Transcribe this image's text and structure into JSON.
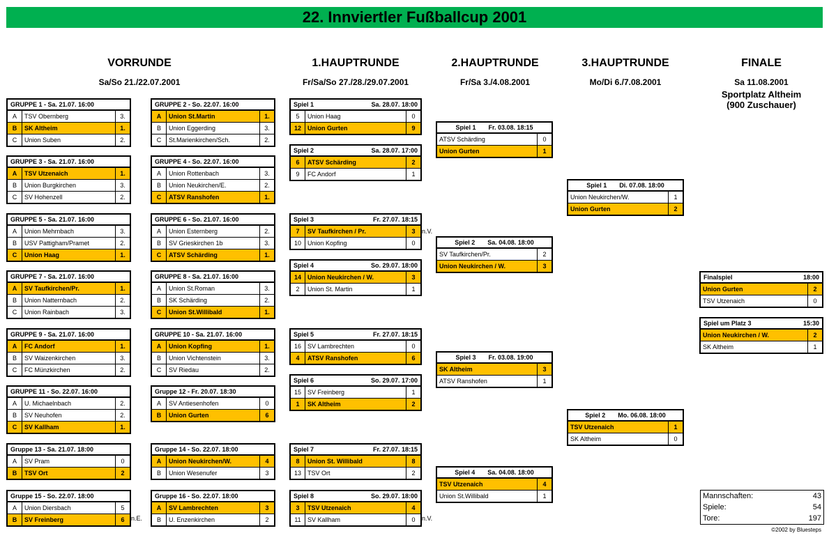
{
  "title": "22. Innviertler Fußballcup 2001",
  "columns": {
    "vorrunde": {
      "title": "VORRUNDE",
      "date": "Sa/So 21./22.07.2001"
    },
    "hr1": {
      "title": "1.HAUPTRUNDE",
      "date": "Fr/Sa/So 27./28./29.07.2001"
    },
    "hr2": {
      "title": "2.HAUPTRUNDE",
      "date": "Fr/Sa 3./4.08.2001"
    },
    "hr3": {
      "title": "3.HAUPTRUNDE",
      "date": "Mo/Di 6./7.08.2001"
    },
    "finale": {
      "title": "FINALE",
      "date": "Sa 11.08.2001",
      "venue": "Sportplatz Altheim",
      "spectators": "(900 Zuschauer)"
    }
  },
  "groups": [
    {
      "title": "GRUPPE 1  -  Sa. 21.07.  16:00",
      "rows": [
        {
          "k": "A",
          "n": "TSV Obernberg",
          "s": "3.",
          "w": false
        },
        {
          "k": "B",
          "n": "SK Altheim",
          "s": "1.",
          "w": true
        },
        {
          "k": "C",
          "n": "Union Suben",
          "s": "2.",
          "w": false
        }
      ]
    },
    {
      "title": "GRUPPE 2  -  So. 22.07.  16:00",
      "rows": [
        {
          "k": "A",
          "n": "Union St.Martin",
          "s": "1.",
          "w": true
        },
        {
          "k": "B",
          "n": "Union Eggerding",
          "s": "3.",
          "w": false
        },
        {
          "k": "C",
          "n": "St.Marienkirchen/Sch.",
          "s": "2.",
          "w": false
        }
      ]
    },
    {
      "title": "GRUPPE 3  -  Sa. 21.07.  16:00",
      "rows": [
        {
          "k": "A",
          "n": "TSV Utzenaich",
          "s": "1.",
          "w": true
        },
        {
          "k": "B",
          "n": "Union Burgkirchen",
          "s": "3.",
          "w": false
        },
        {
          "k": "C",
          "n": "SV Hohenzell",
          "s": "2.",
          "w": false
        }
      ]
    },
    {
      "title": "GRUPPE 4  -  So. 22.07.  16:00",
      "rows": [
        {
          "k": "A",
          "n": "Union Rottenbach",
          "s": "3.",
          "w": false
        },
        {
          "k": "B",
          "n": "Union Neukirchen/E.",
          "s": "2.",
          "w": false
        },
        {
          "k": "C",
          "n": "ATSV Ranshofen",
          "s": "1.",
          "w": true
        }
      ]
    },
    {
      "title": "GRUPPE 5  -  Sa. 21.07.  16:00",
      "rows": [
        {
          "k": "A",
          "n": "Union Mehrnbach",
          "s": "3.",
          "w": false
        },
        {
          "k": "B",
          "n": "USV Pattigham/Pramet",
          "s": "2.",
          "w": false
        },
        {
          "k": "C",
          "n": "Union Haag",
          "s": "1.",
          "w": true
        }
      ]
    },
    {
      "title": "GRUPPE 6  -  So. 21.07.  16:00",
      "rows": [
        {
          "k": "A",
          "n": "Union Esternberg",
          "s": "2.",
          "w": false
        },
        {
          "k": "B",
          "n": "SV Grieskirchen 1b",
          "s": "3.",
          "w": false
        },
        {
          "k": "C",
          "n": "ATSV Schärding",
          "s": "1.",
          "w": true
        }
      ]
    },
    {
      "title": "GRUPPE 7  -  Sa. 21.07.  16:00",
      "rows": [
        {
          "k": "A",
          "n": "SV Taufkirchen/Pr.",
          "s": "1.",
          "w": true
        },
        {
          "k": "B",
          "n": "Union Natternbach",
          "s": "2.",
          "w": false
        },
        {
          "k": "C",
          "n": "Union Rainbach",
          "s": "3.",
          "w": false
        }
      ]
    },
    {
      "title": "GRUPPE 8  -  Sa. 21.07.  16:00",
      "rows": [
        {
          "k": "A",
          "n": "Union St.Roman",
          "s": "3.",
          "w": false
        },
        {
          "k": "B",
          "n": "SK Schärding",
          "s": "2.",
          "w": false
        },
        {
          "k": "C",
          "n": "Union St.Willibald",
          "s": "1.",
          "w": true
        }
      ]
    },
    {
      "title": "GRUPPE 9  -  Sa. 21.07.  16:00",
      "rows": [
        {
          "k": "A",
          "n": "FC Andorf",
          "s": "1.",
          "w": true
        },
        {
          "k": "B",
          "n": "SV Waizenkirchen",
          "s": "3.",
          "w": false
        },
        {
          "k": "C",
          "n": "FC Münzkirchen",
          "s": "2.",
          "w": false
        }
      ]
    },
    {
      "title": "GRUPPE 10  -  Sa. 21.07.  16:00",
      "rows": [
        {
          "k": "A",
          "n": "Union Kopfing",
          "s": "1.",
          "w": true
        },
        {
          "k": "B",
          "n": "Union Vichtenstein",
          "s": "3.",
          "w": false
        },
        {
          "k": "C",
          "n": "SV Riedau",
          "s": "2.",
          "w": false
        }
      ]
    },
    {
      "title": "GRUPPE 11  -  So. 22.07.  16:00",
      "rows": [
        {
          "k": "A",
          "n": "U. Michaelnbach",
          "s": "2.",
          "w": false
        },
        {
          "k": "B",
          "n": "SV Neuhofen",
          "s": "2.",
          "w": false
        },
        {
          "k": "C",
          "n": "SV Kallham",
          "s": "1.",
          "w": true
        }
      ]
    },
    {
      "title": "Gruppe 12  -  Fr. 20.07.  18:30",
      "rows": [
        {
          "k": "A",
          "n": "SV Antiesenhofen",
          "s": "0",
          "w": false
        },
        {
          "k": "B",
          "n": "Union Gurten",
          "s": "6",
          "w": true
        }
      ]
    },
    {
      "title": "Gruppe 13  -  Sa. 21.07.  18:00",
      "rows": [
        {
          "k": "A",
          "n": "SV Pram",
          "s": "0",
          "w": false
        },
        {
          "k": "B",
          "n": "TSV Ort",
          "s": "2",
          "w": true
        }
      ]
    },
    {
      "title": "Gruppe 14  -  So. 22.07.  18:00",
      "rows": [
        {
          "k": "A",
          "n": "Union Neukirchen/W.",
          "s": "4",
          "w": true
        },
        {
          "k": "B",
          "n": "Union Wesenufer",
          "s": "3",
          "w": false
        }
      ]
    },
    {
      "title": "Gruppe 15  -  So. 22.07.  18:00",
      "rows": [
        {
          "k": "A",
          "n": "Union Diersbach",
          "s": "5",
          "w": false
        },
        {
          "k": "B",
          "n": "SV Freinberg",
          "s": "6",
          "w": true
        }
      ]
    },
    {
      "title": "Gruppe 16  -  So. 22.07.  18:00",
      "rows": [
        {
          "k": "A",
          "n": "SV Lambrechten",
          "s": "3",
          "w": true
        },
        {
          "k": "B",
          "n": "U. Enzenkirchen",
          "s": "2",
          "w": false
        }
      ]
    }
  ],
  "round1": [
    {
      "label": "Spiel 1",
      "date": "Sa. 28.07.  18:00",
      "rows": [
        {
          "k": "5",
          "n": "Union Haag",
          "s": "0",
          "w": false
        },
        {
          "k": "12",
          "n": "Union Gurten",
          "s": "9",
          "w": true
        }
      ]
    },
    {
      "label": "Spiel 2",
      "date": "Sa. 28.07.  17:00",
      "rows": [
        {
          "k": "6",
          "n": "ATSV Schärding",
          "s": "2",
          "w": true
        },
        {
          "k": "9",
          "n": "FC Andorf",
          "s": "1",
          "w": false
        }
      ]
    },
    {
      "label": "Spiel 3",
      "date": "Fr. 27.07.  18:15",
      "rows": [
        {
          "k": "7",
          "n": "SV Taufkirchen / Pr.",
          "s": "3",
          "w": true
        },
        {
          "k": "10",
          "n": "Union Kopfing",
          "s": "0",
          "w": false
        }
      ]
    },
    {
      "label": "Spiel 4",
      "date": "So. 29.07.  18:00",
      "rows": [
        {
          "k": "14",
          "n": "Union Neukirchen / W.",
          "s": "3",
          "w": true
        },
        {
          "k": "2",
          "n": "Union St. Martin",
          "s": "1",
          "w": false
        }
      ]
    },
    {
      "label": "Spiel 5",
      "date": "Fr. 27.07.  18:15",
      "rows": [
        {
          "k": "16",
          "n": "SV Lambrechten",
          "s": "0",
          "w": false
        },
        {
          "k": "4",
          "n": "ATSV Ranshofen",
          "s": "6",
          "w": true
        }
      ]
    },
    {
      "label": "Spiel 6",
      "date": "So. 29.07.  17:00",
      "rows": [
        {
          "k": "15",
          "n": "SV Freinberg",
          "s": "1",
          "w": false
        },
        {
          "k": "1",
          "n": "SK Altheim",
          "s": "2",
          "w": true
        }
      ]
    },
    {
      "label": "Spiel 7",
      "date": "Fr. 27.07.  18:15",
      "rows": [
        {
          "k": "8",
          "n": "Union St. Willibald",
          "s": "8",
          "w": true
        },
        {
          "k": "13",
          "n": "TSV Ort",
          "s": "2",
          "w": false
        }
      ]
    },
    {
      "label": "Spiel 8",
      "date": "So. 29.07.  18:00",
      "rows": [
        {
          "k": "3",
          "n": "TSV Utzenaich",
          "s": "4",
          "w": true
        },
        {
          "k": "11",
          "n": "SV Kallham",
          "s": "0",
          "w": false
        }
      ]
    }
  ],
  "round2": [
    {
      "label": "Spiel 1",
      "date": "Fr. 03.08.  18:15",
      "rows": [
        {
          "n": "ATSV Schärding",
          "s": "0",
          "w": false
        },
        {
          "n": "Union Gurten",
          "s": "1",
          "w": true
        }
      ]
    },
    {
      "label": "Spiel 2",
      "date": "Sa. 04.08.  18:00",
      "rows": [
        {
          "n": "SV Taufkirchen/Pr.",
          "s": "2",
          "w": false
        },
        {
          "n": "Union Neukirchen / W.",
          "s": "3",
          "w": true
        }
      ]
    },
    {
      "label": "Spiel 3",
      "date": "Fr. 03.08.  19:00",
      "rows": [
        {
          "n": "SK Altheim",
          "s": "3",
          "w": true
        },
        {
          "n": "ATSV Ranshofen",
          "s": "1",
          "w": false
        }
      ]
    },
    {
      "label": "Spiel 4",
      "date": "Sa. 04.08.  18:00",
      "rows": [
        {
          "n": "TSV Utzenaich",
          "s": "4",
          "w": true
        },
        {
          "n": "Union St.Willibald",
          "s": "1",
          "w": false
        }
      ]
    }
  ],
  "round3": [
    {
      "label": "Spiel 1",
      "date": "Di. 07.08.  18:00",
      "rows": [
        {
          "n": "Union Neukirchen/W.",
          "s": "1",
          "w": false
        },
        {
          "n": "Union Gurten",
          "s": "2",
          "w": true
        }
      ]
    },
    {
      "label": "Spiel 2",
      "date": "Mo. 06.08.  18:00",
      "rows": [
        {
          "n": "TSV Utzenaich",
          "s": "1",
          "w": true
        },
        {
          "n": "SK Altheim",
          "s": "0",
          "w": false
        }
      ]
    }
  ],
  "final": [
    {
      "label": "Finalspiel",
      "date": "18:00",
      "rows": [
        {
          "n": "Union Gurten",
          "s": "2",
          "w": true
        },
        {
          "n": "TSV Utzenaich",
          "s": "0",
          "w": false
        }
      ]
    },
    {
      "label": "Spiel um Platz 3",
      "date": "15:30",
      "rows": [
        {
          "n": "Union Neukirchen / W.",
          "s": "2",
          "w": true
        },
        {
          "n": "SK Altheim",
          "s": "1",
          "w": false
        }
      ]
    }
  ],
  "notes": {
    "n1": "n.V.",
    "n2": "n.V.",
    "n3": "n.E."
  },
  "stats": [
    {
      "label": "Mannschaften:",
      "value": "43"
    },
    {
      "label": "Spiele:",
      "value": "54"
    },
    {
      "label": "Tore:",
      "value": "197"
    }
  ],
  "copyright": "©2002 by Bluesteps",
  "colors": {
    "banner": "#00b050",
    "winner": "#ffc000"
  }
}
